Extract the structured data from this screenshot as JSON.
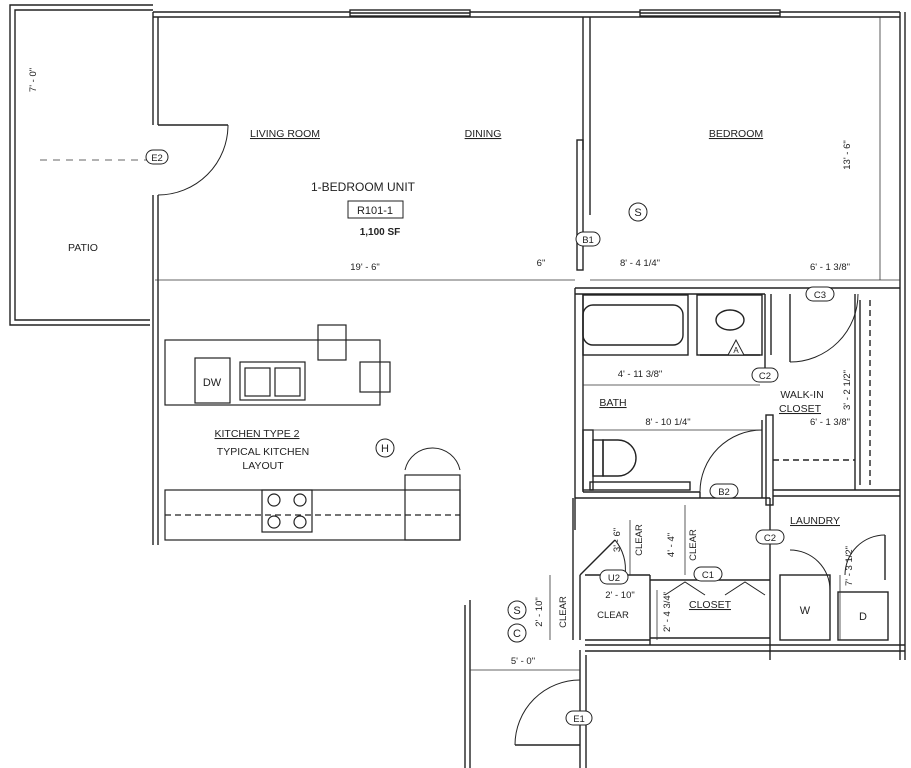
{
  "unit": {
    "title": "1-BEDROOM UNIT",
    "tag": "R101-1",
    "area": "1,100 SF"
  },
  "rooms": {
    "patio": "PATIO",
    "living_room": "LIVING ROOM",
    "dining": "DINING",
    "bedroom": "BEDROOM",
    "bath": "BATH",
    "walk_in_closet_1": "WALK-IN",
    "walk_in_closet_2": "CLOSET",
    "laundry": "LAUNDRY",
    "closet": "CLOSET",
    "kitchen_1": "KITCHEN TYPE 2",
    "kitchen_2": "TYPICAL KITCHEN",
    "kitchen_3": "LAYOUT"
  },
  "appliances": {
    "dishwasher": "DW",
    "washer": "W",
    "dryer": "D"
  },
  "tags": {
    "e1": "E1",
    "e2": "E2",
    "b1": "B1",
    "b2": "B2",
    "c1": "C1",
    "c2_bath": "C2",
    "c2_laundry": "C2",
    "c3": "C3",
    "u2": "U2",
    "a": "A",
    "s_bedroom": "S",
    "s_entry": "S",
    "c_entry": "C",
    "h_kitchen": "H"
  },
  "dimensions": {
    "patio_depth": "7' - 0\"",
    "living_width": "19' - 6\"",
    "wall": "6\"",
    "bedroom_width": "8' - 4 1/4\"",
    "closet_width": "6' - 1 3/8\"",
    "bedroom_depth": "13' - 6\"",
    "bath_upper": "4' - 11 3/8\"",
    "bath_lower": "8' - 10 1/4\"",
    "walkin_depth": "3' - 2 1/2\"",
    "walkin_width": "6' - 1 3/8\"",
    "hall_clear_1": "3' - 6\"",
    "clear_1": "CLEAR",
    "hall_depth": "4' - 4\"",
    "clear_2": "CLEAR",
    "u2_width": "2' - 10\"",
    "clear_3": "CLEAR",
    "entry_depth": "2' - 10\"",
    "clear_4": "CLEAR",
    "closet_depth": "2' - 4 3/4\"",
    "laundry_depth": "7' - 3 1/2\"",
    "entry_width": "5' - 0\""
  }
}
